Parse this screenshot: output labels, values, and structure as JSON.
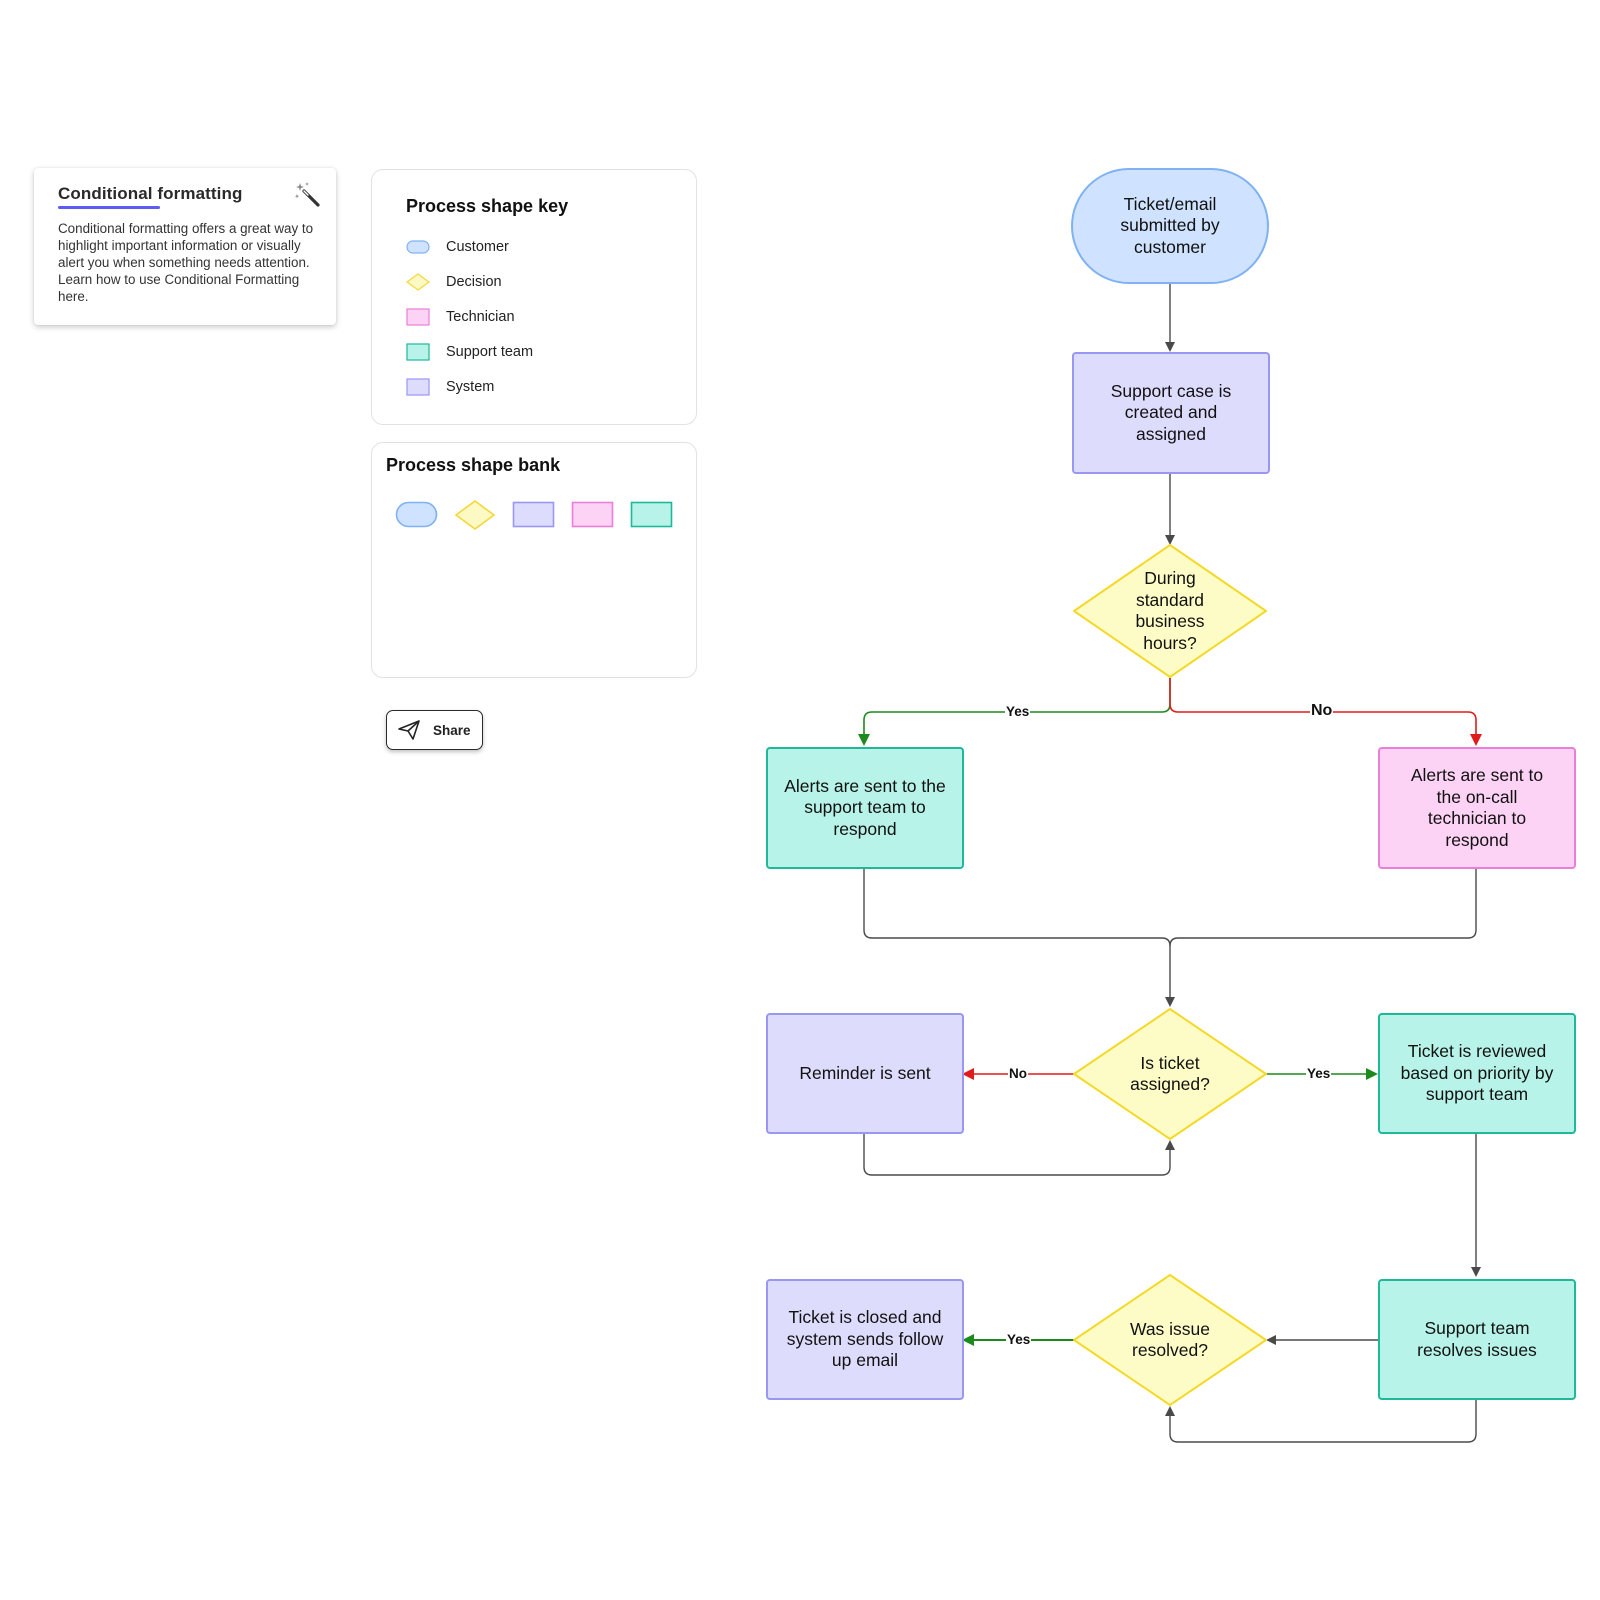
{
  "conditional_formatting": {
    "title": "Conditional formatting",
    "body": "Conditional formatting offers a great way to highlight important information or visually alert you when something needs attention. Learn how to use Conditional Formatting here.",
    "icon": "magic-wand-icon"
  },
  "shape_key": {
    "title": "Process shape key",
    "items": [
      {
        "label": "Customer",
        "shape": "rounded-pill",
        "color": "#cfe2ff",
        "border": "#7fb2f2"
      },
      {
        "label": "Decision",
        "shape": "diamond",
        "color": "#fdf9c4",
        "border": "#f2d83a"
      },
      {
        "label": "Technician",
        "shape": "rectangle",
        "color": "#fdd3f5",
        "border": "#ea7ed8"
      },
      {
        "label": "Support team",
        "shape": "rectangle",
        "color": "#b7f3e8",
        "border": "#1fb89a"
      },
      {
        "label": "System",
        "shape": "rectangle",
        "color": "#dedcfd",
        "border": "#9a97f3"
      }
    ]
  },
  "shape_bank": {
    "title": "Process shape bank",
    "shapes": [
      "customer-pill",
      "decision-diamond",
      "system-rect",
      "technician-rect",
      "support-rect"
    ]
  },
  "share": {
    "label": "Share",
    "icon": "paper-plane-icon"
  },
  "flow": {
    "nodes": {
      "ticket_submitted": "Ticket/email submitted by customer",
      "case_created": "Support case is created and assigned",
      "business_hours": "During standard business hours?",
      "alerts_support": "Alerts are sent to the support team to respond",
      "alerts_oncall": "Alerts are sent to the on-call technician to respond",
      "reminder": "Reminder is sent",
      "is_assigned": "Is ticket assigned?",
      "reviewed": "Ticket is reviewed based on priority by support team",
      "closed": "Ticket is closed and system sends follow up email",
      "was_resolved": "Was issue resolved?",
      "resolves": "Support team resolves issues"
    },
    "edge_labels": {
      "hours_yes": "Yes",
      "hours_no": "No",
      "assigned_no": "No",
      "assigned_yes": "Yes",
      "resolved_yes": "Yes"
    },
    "colors": {
      "yes": "#1d8a1d",
      "no": "#e01b1b",
      "neutral": "#4a4a4a"
    }
  }
}
